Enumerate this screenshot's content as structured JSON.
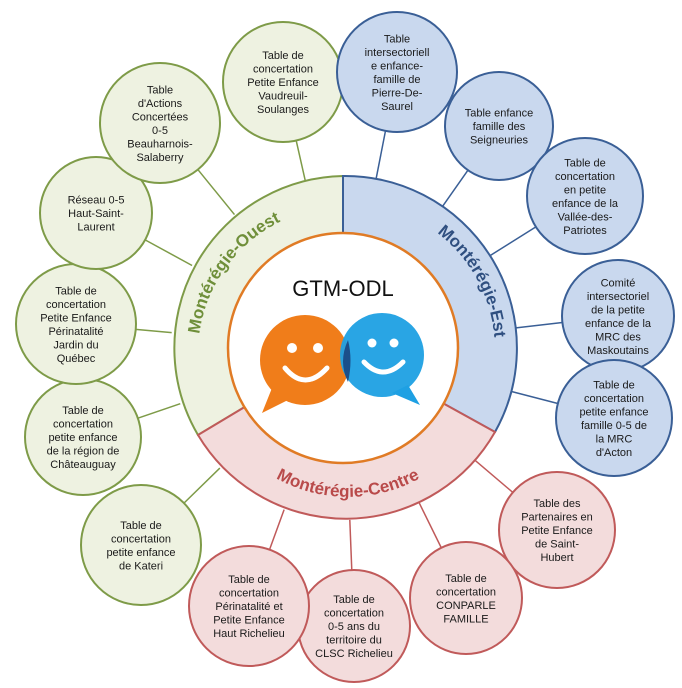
{
  "center": {
    "title": "GTM-ODL"
  },
  "colors": {
    "ouest_fill": "#eef2e1",
    "ouest_stroke": "#7e9b48",
    "ouest_text": "#6f8f3a",
    "est_fill": "#c9d8ee",
    "est_stroke": "#3a5f96",
    "est_text": "#2f4f80",
    "centre_fill": "#f3dcdc",
    "centre_stroke": "#c05a5a",
    "centre_text": "#b94a4a",
    "center_ring": "#e07b25",
    "smiley_orange": "#f07d1a",
    "smiley_blue": "#1ea0e3"
  },
  "regions": {
    "ouest": "Montérégie-Ouest",
    "est": "Montérégie-Est",
    "centre": "Montérégie-Centre"
  },
  "nodes": [
    {
      "region": "ouest",
      "lines": [
        "Table de",
        "concertation",
        "Petite Enfance",
        "Vaudreuil-",
        "Soulanges"
      ]
    },
    {
      "region": "est",
      "lines": [
        "Table",
        "intersectoriell",
        "e enfance-",
        "famille de",
        "Pierre-De-",
        "Saurel"
      ]
    },
    {
      "region": "est",
      "lines": [
        "Table enfance",
        "famille des",
        "Seigneuries"
      ]
    },
    {
      "region": "est",
      "lines": [
        "Table de",
        "concertation",
        "en petite",
        "enfance de la",
        "Vallée-des-",
        "Patriotes"
      ]
    },
    {
      "region": "est",
      "lines": [
        "Comité",
        "intersectoriel",
        "de la petite",
        "enfance de la",
        "MRC des",
        "Maskoutains"
      ]
    },
    {
      "region": "est",
      "lines": [
        "Table de",
        "concertation",
        "petite enfance",
        "famille 0-5 de",
        "la MRC",
        "d'Acton"
      ]
    },
    {
      "region": "centre",
      "lines": [
        "Table des",
        "Partenaires en",
        "Petite Enfance",
        "de Saint-",
        "Hubert"
      ]
    },
    {
      "region": "centre",
      "lines": [
        "Table de",
        "concertation",
        "CONPARLE",
        "FAMILLE"
      ]
    },
    {
      "region": "centre",
      "lines": [
        "Table de",
        "concertation",
        "0-5 ans du",
        "territoire du",
        "CLSC Richelieu"
      ]
    },
    {
      "region": "centre",
      "lines": [
        "Table de",
        "concertation",
        "Périnatalité et",
        "Petite Enfance",
        "Haut Richelieu"
      ]
    },
    {
      "region": "ouest",
      "lines": [
        "Table de",
        "concertation",
        "petite enfance",
        "de Kateri"
      ]
    },
    {
      "region": "ouest",
      "lines": [
        "Table de",
        "concertation",
        "petite enfance",
        "de la région de",
        "Châteauguay"
      ]
    },
    {
      "region": "ouest",
      "lines": [
        "Table de",
        "concertation",
        "Petite Enfance",
        "Périnatalité",
        "Jardin du",
        "Québec"
      ]
    },
    {
      "region": "ouest",
      "lines": [
        "Réseau 0-5",
        "Haut-Saint-",
        "Laurent"
      ]
    },
    {
      "region": "ouest",
      "lines": [
        "Table",
        "d'Actions",
        "Concertées",
        "0-5",
        "Beauharnois-",
        "Salaberry"
      ]
    }
  ]
}
